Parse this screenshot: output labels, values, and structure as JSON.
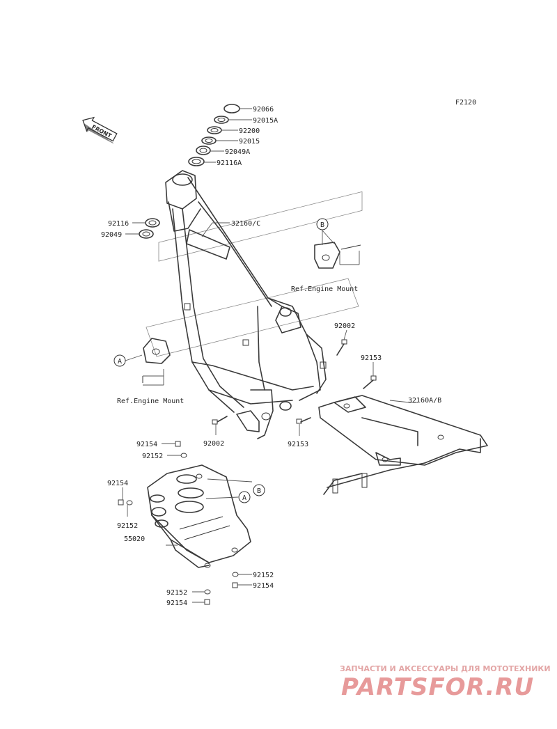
{
  "figure_number": "F2120",
  "front_arrow_label": "FRONT",
  "callouts": {
    "a": "A",
    "b": "B"
  },
  "references": {
    "engine_mount_a": "Ref.Engine Mount",
    "engine_mount_b": "Ref.Engine Mount"
  },
  "part_labels": {
    "p92066": "92066",
    "p92015a": "92015A",
    "p92200": "92200",
    "p92015": "92015",
    "p92049a": "92049A",
    "p92116a": "92116A",
    "p92116": "92116",
    "p92049": "92049",
    "p32160c": "32160/C",
    "p92002_right": "92002",
    "p92153_right": "92153",
    "p32160ab": "32160A/B",
    "p92002_bottom": "92002",
    "p92153_bottom": "92153",
    "p92154_a": "92154",
    "p92152_a": "92152",
    "p92154_b": "92154",
    "p92152_b": "92152",
    "p55020": "55020",
    "p92152_c": "92152",
    "p92154_c": "92154",
    "p92152_d": "92152",
    "p92154_d": "92154"
  },
  "watermark": {
    "tagline": "ЗАПЧАСТИ И АКСЕССУАРЫ ДЛЯ МОТОТЕХНИКИ",
    "logo": "PARTSFOR.RU",
    "colors": {
      "logo": "#e79a9a",
      "tagline": "#e3a6a6"
    }
  }
}
